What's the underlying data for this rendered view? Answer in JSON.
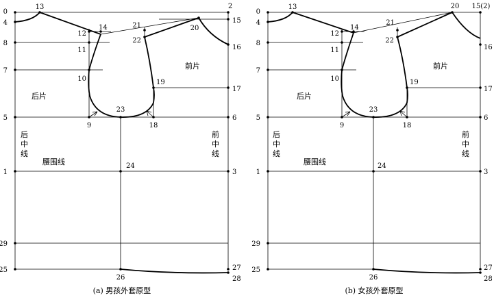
{
  "panels": [
    {
      "id": "a",
      "caption": "(a) 男孩外套原型",
      "labels": {
        "back": "后片",
        "front": "前片",
        "waist": "腰围线",
        "back_center": "后中线",
        "front_center": "前中线"
      },
      "points": [
        "0",
        "2",
        "4",
        "8",
        "7",
        "5",
        "1",
        "29",
        "25",
        "13",
        "12",
        "14",
        "11",
        "10",
        "9",
        "23",
        "18",
        "19",
        "21",
        "22",
        "20",
        "15",
        "16",
        "17",
        "6",
        "3",
        "24",
        "26",
        "27",
        "28"
      ]
    },
    {
      "id": "b",
      "caption": "(b) 女孩外套原型",
      "labels": {
        "back": "后片",
        "front": "前片",
        "waist": "腰围线",
        "back_center": "后中线",
        "front_center": "前中线"
      },
      "points": [
        "0",
        "15(2)",
        "4",
        "8",
        "7",
        "5",
        "1",
        "29",
        "25",
        "13",
        "12",
        "14",
        "11",
        "10",
        "9",
        "23",
        "18",
        "19",
        "21",
        "22",
        "20",
        "16",
        "17",
        "6",
        "3",
        "24",
        "26",
        "27",
        "28"
      ]
    }
  ]
}
